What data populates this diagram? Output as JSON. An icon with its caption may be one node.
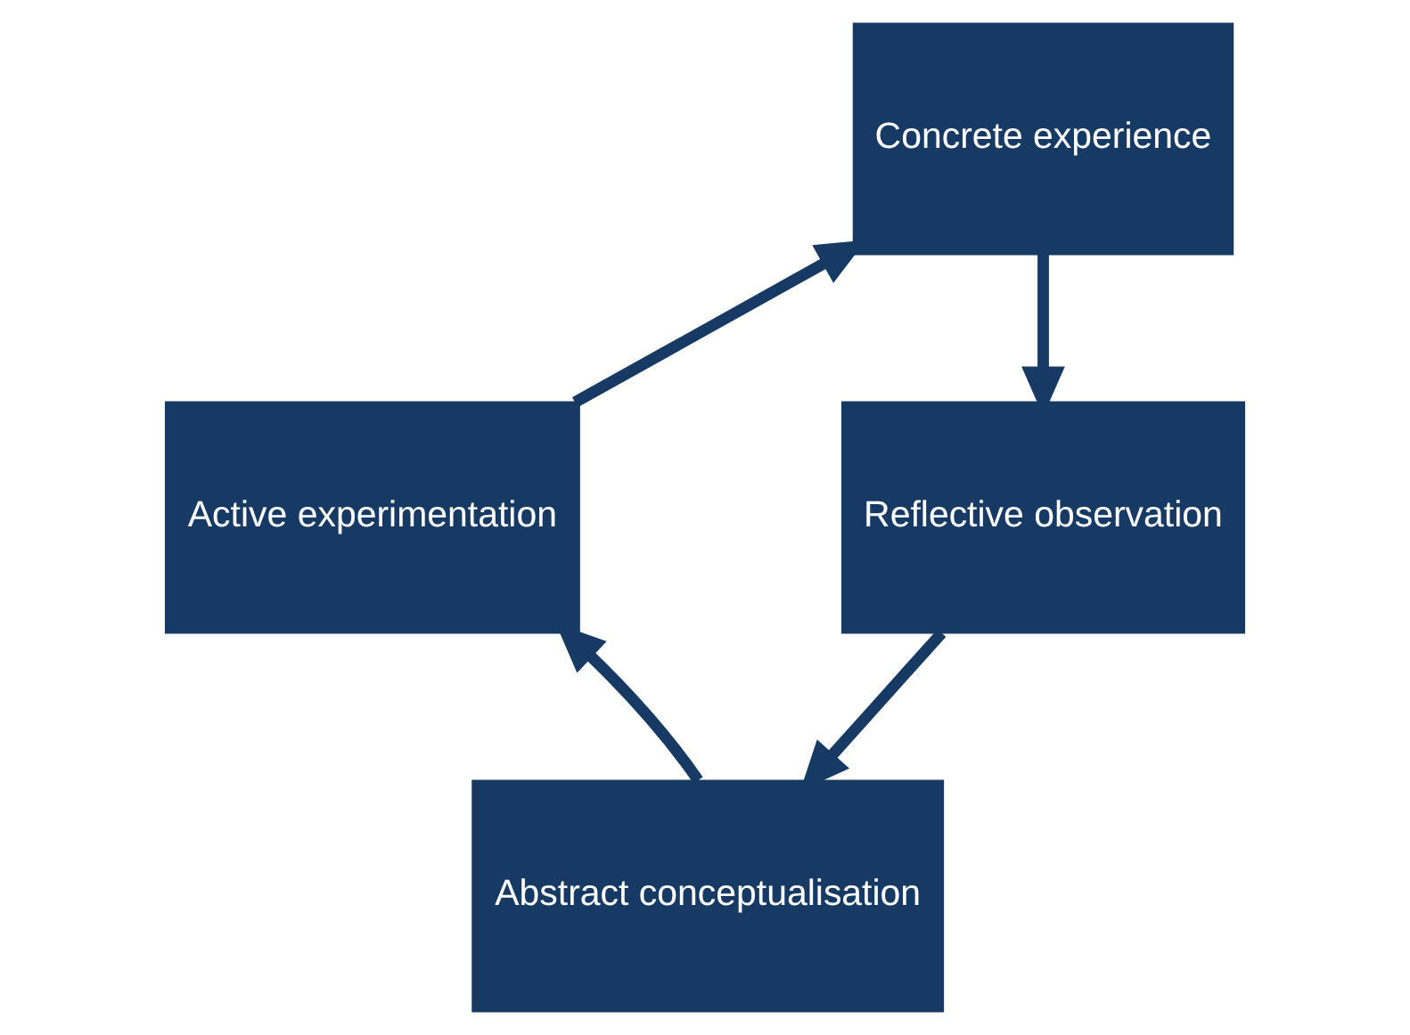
{
  "diagram": {
    "nodes": [
      {
        "text": [
          "Concrete experience"
        ]
      },
      {
        "text": [
          "Reflective observation"
        ]
      },
      {
        "text": [
          "Abstract conceptualisation"
        ]
      },
      {
        "text": [
          "Active experimentation"
        ]
      }
    ],
    "edges": [
      {
        "from": 0,
        "to": 1,
        "arrow": "to"
      },
      {
        "from": 1,
        "to": 2,
        "arrow": "to"
      },
      {
        "from": 2,
        "to": 3,
        "arrow": "to"
      },
      {
        "from": 3,
        "to": 0,
        "arrow": "to"
      }
    ]
  }
}
